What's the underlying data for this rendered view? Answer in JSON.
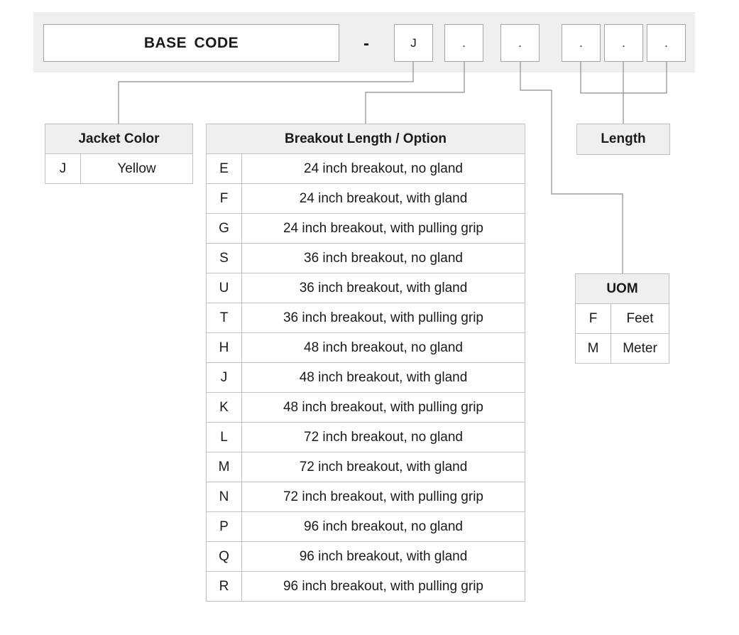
{
  "header": {
    "base_code": "BASE  CODE",
    "dash": "-",
    "positions": [
      "J",
      ".",
      ".",
      ".",
      ".",
      "."
    ]
  },
  "jacket_color": {
    "title": "Jacket Color",
    "rows": [
      {
        "code": "J",
        "label": "Yellow"
      }
    ]
  },
  "breakout": {
    "title": "Breakout Length / Option",
    "rows": [
      {
        "code": "E",
        "label": "24 inch breakout, no gland"
      },
      {
        "code": "F",
        "label": "24 inch breakout, with gland"
      },
      {
        "code": "G",
        "label": "24 inch breakout, with pulling grip"
      },
      {
        "code": "S",
        "label": "36 inch breakout, no gland"
      },
      {
        "code": "U",
        "label": "36 inch breakout, with gland"
      },
      {
        "code": "T",
        "label": "36 inch breakout, with pulling grip"
      },
      {
        "code": "H",
        "label": "48 inch breakout, no gland"
      },
      {
        "code": "J",
        "label": "48 inch breakout, with gland"
      },
      {
        "code": "K",
        "label": "48 inch breakout, with pulling grip"
      },
      {
        "code": "L",
        "label": "72 inch breakout, no gland"
      },
      {
        "code": "M",
        "label": "72 inch breakout, with gland"
      },
      {
        "code": "N",
        "label": "72 inch breakout, with pulling grip"
      },
      {
        "code": "P",
        "label": "96 inch breakout, no gland"
      },
      {
        "code": "Q",
        "label": "96 inch breakout, with gland"
      },
      {
        "code": "R",
        "label": "96 inch breakout, with pulling grip"
      }
    ]
  },
  "length": {
    "title": "Length"
  },
  "uom": {
    "title": "UOM",
    "rows": [
      {
        "code": "F",
        "label": "Feet"
      },
      {
        "code": "M",
        "label": "Meter"
      }
    ]
  }
}
